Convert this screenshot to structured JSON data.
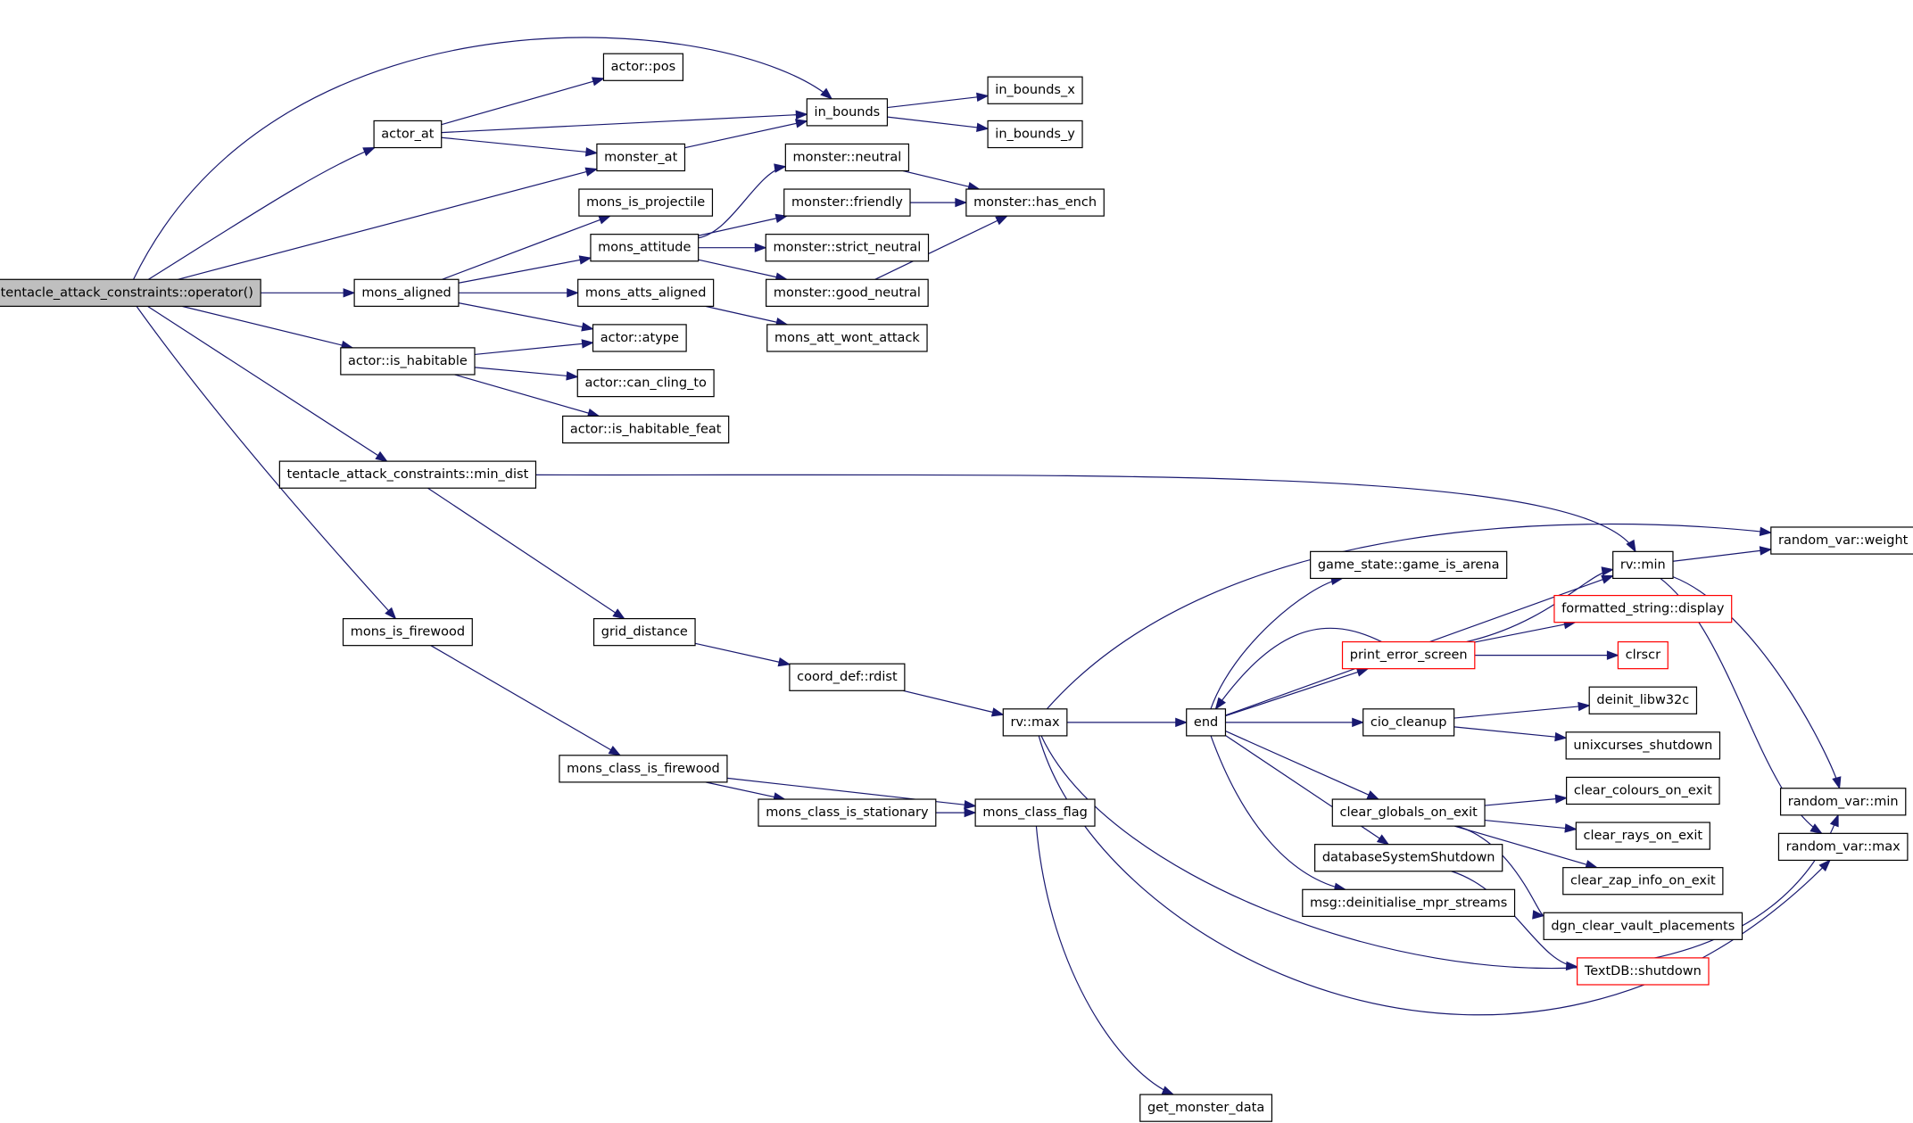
{
  "colors": {
    "edge": "#191970",
    "node_border": "#000000",
    "node_fill": "#ffffff",
    "root_fill": "#bfbfbf",
    "truncated_border": "#ff0000"
  },
  "nodes": [
    {
      "id": "root",
      "label": "tentacle_attack_constraints::operator()",
      "style": "root"
    },
    {
      "id": "actor_at",
      "label": "actor_at"
    },
    {
      "id": "actor_pos",
      "label": "actor::pos"
    },
    {
      "id": "in_bounds",
      "label": "in_bounds"
    },
    {
      "id": "in_bounds_x",
      "label": "in_bounds_x"
    },
    {
      "id": "in_bounds_y",
      "label": "in_bounds_y"
    },
    {
      "id": "monster_at",
      "label": "monster_at"
    },
    {
      "id": "mons_is_projectile",
      "label": "mons_is_projectile"
    },
    {
      "id": "monster_neutral",
      "label": "monster::neutral"
    },
    {
      "id": "monster_friendly",
      "label": "monster::friendly"
    },
    {
      "id": "monster_has_ench",
      "label": "monster::has_ench"
    },
    {
      "id": "mons_attitude",
      "label": "mons_attitude"
    },
    {
      "id": "monster_strict_neutral",
      "label": "monster::strict_neutral"
    },
    {
      "id": "mons_aligned",
      "label": "mons_aligned"
    },
    {
      "id": "monster_good_neutral",
      "label": "monster::good_neutral"
    },
    {
      "id": "mons_atts_aligned",
      "label": "mons_atts_aligned"
    },
    {
      "id": "mons_att_wont_attack",
      "label": "mons_att_wont_attack"
    },
    {
      "id": "actor_atype",
      "label": "actor::atype"
    },
    {
      "id": "actor_is_habitable",
      "label": "actor::is_habitable"
    },
    {
      "id": "actor_can_cling_to",
      "label": "actor::can_cling_to"
    },
    {
      "id": "actor_is_habitable_feat",
      "label": "actor::is_habitable_feat"
    },
    {
      "id": "min_dist",
      "label": "tentacle_attack_constraints::min_dist"
    },
    {
      "id": "random_var_weight",
      "label": "random_var::weight"
    },
    {
      "id": "game_is_arena",
      "label": "game_state::game_is_arena"
    },
    {
      "id": "rv_min",
      "label": "rv::min"
    },
    {
      "id": "formatted_string_display",
      "label": "formatted_string::display",
      "style": "truncated"
    },
    {
      "id": "mons_is_firewood",
      "label": "mons_is_firewood"
    },
    {
      "id": "grid_distance",
      "label": "grid_distance"
    },
    {
      "id": "print_error_screen",
      "label": "print_error_screen",
      "style": "truncated"
    },
    {
      "id": "clrscr",
      "label": "clrscr",
      "style": "truncated"
    },
    {
      "id": "coord_def_rdist",
      "label": "coord_def::rdist"
    },
    {
      "id": "deinit_libw32c",
      "label": "deinit_libw32c"
    },
    {
      "id": "rv_max",
      "label": "rv::max"
    },
    {
      "id": "end",
      "label": "end"
    },
    {
      "id": "cio_cleanup",
      "label": "cio_cleanup"
    },
    {
      "id": "unixcurses_shutdown",
      "label": "unixcurses_shutdown"
    },
    {
      "id": "mons_class_is_firewood",
      "label": "mons_class_is_firewood"
    },
    {
      "id": "clear_colours_on_exit",
      "label": "clear_colours_on_exit"
    },
    {
      "id": "random_var_min",
      "label": "random_var::min"
    },
    {
      "id": "mons_class_is_stationary",
      "label": "mons_class_is_stationary"
    },
    {
      "id": "mons_class_flag",
      "label": "mons_class_flag"
    },
    {
      "id": "clear_globals_on_exit",
      "label": "clear_globals_on_exit"
    },
    {
      "id": "random_var_max",
      "label": "random_var::max"
    },
    {
      "id": "clear_rays_on_exit",
      "label": "clear_rays_on_exit"
    },
    {
      "id": "database_system_shutdown",
      "label": "databaseSystemShutdown"
    },
    {
      "id": "clear_zap_info_on_exit",
      "label": "clear_zap_info_on_exit"
    },
    {
      "id": "msg_deinitialise",
      "label": "msg::deinitialise_mpr_streams"
    },
    {
      "id": "dgn_clear_vault_placements",
      "label": "dgn_clear_vault_placements"
    },
    {
      "id": "textdb_shutdown",
      "label": "TextDB::shutdown",
      "style": "truncated"
    },
    {
      "id": "get_monster_data",
      "label": "get_monster_data"
    }
  ],
  "edges": [
    [
      "root",
      "in_bounds"
    ],
    [
      "root",
      "actor_at"
    ],
    [
      "root",
      "monster_at"
    ],
    [
      "root",
      "mons_aligned"
    ],
    [
      "root",
      "actor_is_habitable"
    ],
    [
      "root",
      "min_dist"
    ],
    [
      "root",
      "mons_is_firewood"
    ],
    [
      "actor_at",
      "actor_pos"
    ],
    [
      "actor_at",
      "in_bounds"
    ],
    [
      "actor_at",
      "monster_at"
    ],
    [
      "monster_at",
      "in_bounds"
    ],
    [
      "in_bounds",
      "in_bounds_x"
    ],
    [
      "in_bounds",
      "in_bounds_y"
    ],
    [
      "mons_aligned",
      "mons_is_projectile"
    ],
    [
      "mons_aligned",
      "mons_attitude"
    ],
    [
      "mons_aligned",
      "mons_atts_aligned"
    ],
    [
      "mons_aligned",
      "actor_atype"
    ],
    [
      "mons_attitude",
      "monster_neutral"
    ],
    [
      "mons_attitude",
      "monster_friendly"
    ],
    [
      "mons_attitude",
      "monster_strict_neutral"
    ],
    [
      "mons_attitude",
      "monster_good_neutral"
    ],
    [
      "monster_neutral",
      "monster_has_ench"
    ],
    [
      "monster_friendly",
      "monster_has_ench"
    ],
    [
      "monster_good_neutral",
      "monster_has_ench"
    ],
    [
      "mons_atts_aligned",
      "mons_att_wont_attack"
    ],
    [
      "actor_is_habitable",
      "actor_atype"
    ],
    [
      "actor_is_habitable",
      "actor_can_cling_to"
    ],
    [
      "actor_is_habitable",
      "actor_is_habitable_feat"
    ],
    [
      "min_dist",
      "rv_min"
    ],
    [
      "min_dist",
      "grid_distance"
    ],
    [
      "grid_distance",
      "coord_def_rdist"
    ],
    [
      "coord_def_rdist",
      "rv_max"
    ],
    [
      "rv_max",
      "random_var_weight"
    ],
    [
      "rv_max",
      "end"
    ],
    [
      "rv_max",
      "random_var_min"
    ],
    [
      "rv_max",
      "random_var_max"
    ],
    [
      "rv_min",
      "random_var_weight"
    ],
    [
      "rv_min",
      "random_var_min"
    ],
    [
      "rv_min",
      "random_var_max"
    ],
    [
      "end",
      "game_is_arena"
    ],
    [
      "end",
      "rv_min"
    ],
    [
      "end",
      "print_error_screen"
    ],
    [
      "end",
      "cio_cleanup"
    ],
    [
      "end",
      "clear_globals_on_exit"
    ],
    [
      "end",
      "database_system_shutdown"
    ],
    [
      "end",
      "msg_deinitialise"
    ],
    [
      "print_error_screen",
      "end"
    ],
    [
      "print_error_screen",
      "rv_min"
    ],
    [
      "print_error_screen",
      "formatted_string_display"
    ],
    [
      "print_error_screen",
      "clrscr"
    ],
    [
      "cio_cleanup",
      "deinit_libw32c"
    ],
    [
      "cio_cleanup",
      "unixcurses_shutdown"
    ],
    [
      "clear_globals_on_exit",
      "clear_colours_on_exit"
    ],
    [
      "clear_globals_on_exit",
      "clear_rays_on_exit"
    ],
    [
      "clear_globals_on_exit",
      "clear_zap_info_on_exit"
    ],
    [
      "clear_globals_on_exit",
      "dgn_clear_vault_placements"
    ],
    [
      "database_system_shutdown",
      "textdb_shutdown"
    ],
    [
      "mons_is_firewood",
      "mons_class_is_firewood"
    ],
    [
      "mons_class_is_firewood",
      "mons_class_is_stationary"
    ],
    [
      "mons_class_is_firewood",
      "mons_class_flag"
    ],
    [
      "mons_class_is_stationary",
      "mons_class_flag"
    ],
    [
      "mons_class_flag",
      "get_monster_data"
    ]
  ]
}
